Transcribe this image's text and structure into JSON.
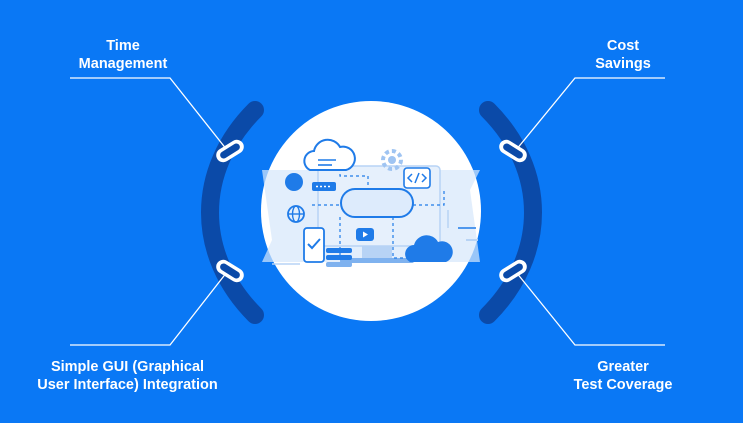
{
  "benefits": {
    "top_left": {
      "line1": "Time",
      "line2": "Management"
    },
    "top_right": {
      "line1": "Cost",
      "line2": "Savings"
    },
    "bottom_left": {
      "line1": "Simple GUI (Graphical",
      "line2": "User Interface) Integration"
    },
    "bottom_right": {
      "line1": "Greater",
      "line2": "Test Coverage"
    }
  },
  "colors": {
    "background": "#0a78f5",
    "bracket": "#0b4aa8",
    "circle": "#ffffff",
    "accent": "#1f7be8",
    "light_accent": "#cfe4fb"
  },
  "icons": [
    "cloud-icon",
    "gear-icon",
    "code-icon",
    "globe-icon",
    "checkmark-icon",
    "play-icon",
    "database-icon",
    "monitor-icon",
    "phone-icon"
  ]
}
